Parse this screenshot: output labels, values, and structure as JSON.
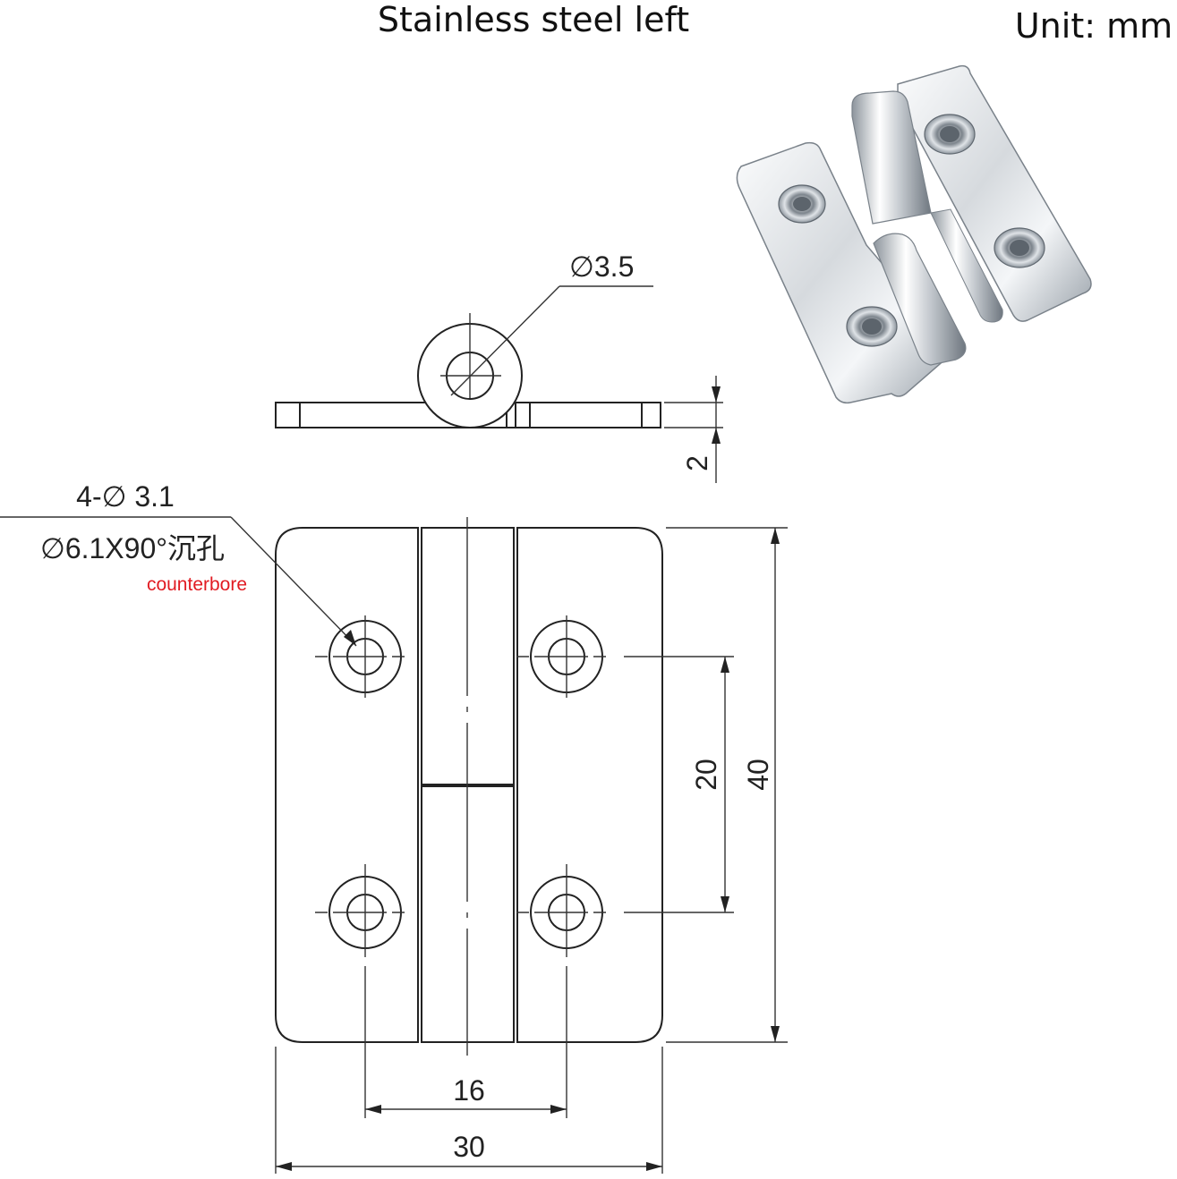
{
  "header": {
    "title": "Stainless steel left",
    "unit": "Unit: mm"
  },
  "side_view": {
    "pin_diameter": "∅3.5",
    "thickness": "2"
  },
  "front_view": {
    "hole_count_diameter": "4-∅ 3.1",
    "countersink_spec": "∅6.1X90°沉孔",
    "countersink_translation": "counterbore",
    "hole_pitch_vertical": "20",
    "overall_height": "40",
    "hole_pitch_horizontal": "16",
    "overall_width": "30"
  },
  "colors": {
    "line": "#222222",
    "annotation_red": "#e11b22",
    "steel_light": "#f2f4f6",
    "steel_dark": "#6f7780"
  }
}
